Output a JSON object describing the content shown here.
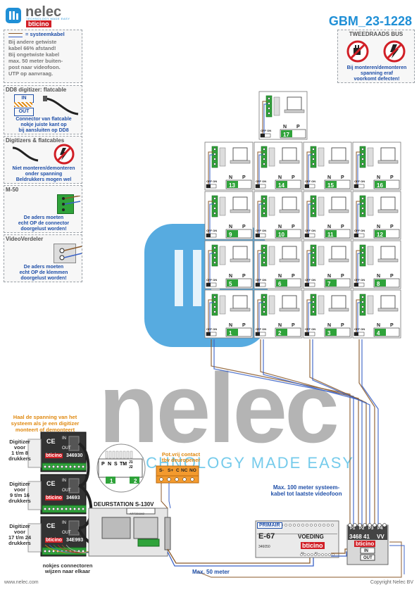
{
  "header": {
    "logo_name": "nelec",
    "logo_tagline": "TECHNOLOGY MADE EASY",
    "logo_brand": "bticino",
    "doc_code": "GBM_23-1228"
  },
  "notes": {
    "systeemkabel": {
      "title": "= systeemkabel",
      "lines": [
        "Bij andere getwiste",
        "kabel 66% afstand!",
        "Bij ongetwiste kabel",
        "max. 50 meter buiten-",
        "post naar videofoon.",
        "UTP op aanvraag."
      ]
    },
    "dd8": {
      "title": "DD8 digitizer: flatcable",
      "in": "IN",
      "out": "OUT",
      "lines": [
        "Connector van flatcable",
        "nokje juiste kant op",
        "bij aansluiten op DD8"
      ]
    },
    "digitizers": {
      "title": "Digitizers & flatcables",
      "lines": [
        "Niet monteren/demonteren",
        "onder spanning",
        "Beldrukkers mogen wel"
      ]
    },
    "m50": {
      "title": "M-50",
      "lines": [
        "De aders moeten",
        "echt OP de connector",
        "doorgelust worden!"
      ]
    },
    "videoverdeler": {
      "title": "VideoVerdeler",
      "lines": [
        "De aders moeten",
        "echt OP de klemmen",
        "doorgelust worden!"
      ]
    },
    "tweedraads": {
      "title": "TWEEDRAADS BUS",
      "lines": [
        "Bij monteren/demonteren",
        "spanning eraf",
        "voorkomt defecten!"
      ]
    },
    "haal": {
      "lines": [
        "Haal de spanning van het",
        "systeem als je een digitizer",
        "monteert of demonteert"
      ]
    }
  },
  "videophones": {
    "switch_label": "OFF ON",
    "terminal_labels": [
      "N",
      "P"
    ],
    "top_unit": "17",
    "grid_numbers": [
      [
        "13",
        "14",
        "15",
        "16"
      ],
      [
        "9",
        "10",
        "11",
        "12"
      ],
      [
        "5",
        "6",
        "7",
        "8"
      ],
      [
        "1",
        "2",
        "3",
        "4"
      ]
    ]
  },
  "digitizers": [
    {
      "label": [
        "Digitizer",
        "voor",
        "1 t/m 8",
        "drukkers"
      ],
      "code": "346930",
      "in": "IN",
      "out": "OUT",
      "ce": "CE",
      "brand": "bticino"
    },
    {
      "label": [
        "Digitizer",
        "voor",
        "9 t/m 16",
        "drukkers"
      ],
      "code": "34693",
      "in": "IN",
      "out": "OUT",
      "ce": "CE",
      "brand": "bticino"
    },
    {
      "label": [
        "Digitizer",
        "voor",
        "17 t/m 24",
        "drukkers"
      ],
      "code": "34E993",
      "in": "IN",
      "out": "OUT",
      "ce": "CE",
      "brand": "bticino"
    }
  ],
  "deurstation": {
    "title": "DEURSTATION S-130V",
    "terminals": [
      "P",
      "N",
      "S",
      "TM",
      "J1",
      "J2"
    ],
    "led_1": "1",
    "led_2": "2",
    "model": "ART331162"
  },
  "potvrij": {
    "lines": [
      "Pot.vrij contact",
      "tbv deuropener"
    ],
    "terminals": [
      "S-",
      "S+",
      "C",
      "NC",
      "NO"
    ]
  },
  "voeding": {
    "tag": "PRIMAIR",
    "model": "E-67",
    "title": "VOEDING",
    "code": "346050",
    "brand": "bticino",
    "out_labels": [
      "TK",
      "PI"
    ]
  },
  "vv": {
    "ports": [
      "P1",
      "P2",
      "P3",
      "P4"
    ],
    "code": "3468 41",
    "name": "VV",
    "brand": "bticino",
    "in": "IN",
    "out": "OUT"
  },
  "labels": {
    "max100": [
      "Max. 100 meter systeem-",
      "kabel tot laatste videofoon"
    ],
    "max50": "Max. 50 meter",
    "nokjes": [
      "nokjes connectoren",
      "wijzen naar elkaar"
    ],
    "watermark": "nelec",
    "watermark_tag": "TECHNOLOGY MADE EASY"
  },
  "footer": {
    "left": "www.nelec.com",
    "right": "Copyright Nelec BV"
  },
  "colors": {
    "accent_blue": "#1f8fd6",
    "warn_blue": "#1f4fa8",
    "orange": "#e08a12",
    "green_terminal": "#2fa33a",
    "bticino_red": "#d11f26",
    "wire_brown": "#8b5a2b",
    "wire_blue": "#3a62c7"
  }
}
